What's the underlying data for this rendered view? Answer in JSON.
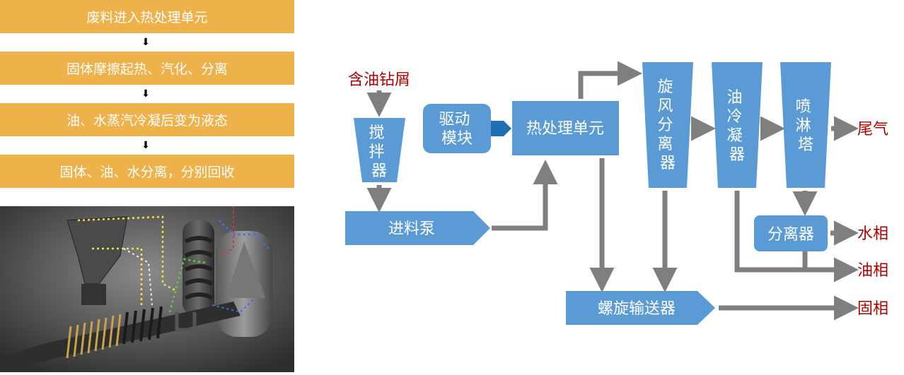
{
  "steps": [
    "废料进入热处理单元",
    "固体摩擦起热、汽化、分离",
    "油、水蒸汽冷凝后变为液态",
    "固体、油、水分离，分别回收"
  ],
  "flow": {
    "input": "含油钻屑",
    "mixer": [
      "搅",
      "拌",
      "器"
    ],
    "feed_pump": "进料泵",
    "drive": [
      "驱动",
      "模块"
    ],
    "thermal_unit": "热处理单元",
    "cyclone": [
      "旋",
      "风",
      "分",
      "离",
      "器"
    ],
    "condenser": [
      "油",
      "冷",
      "凝",
      "器"
    ],
    "scrubber": [
      "喷",
      "淋",
      "塔"
    ],
    "separator": "分离器",
    "conveyor": "螺旋输送器",
    "out_tail_gas": "尾气",
    "out_water": "水相",
    "out_oil": "油相",
    "out_solid": "固相"
  },
  "colors": {
    "step_bg": "#EFB14A",
    "box_blue": "#5B9BD5",
    "arrow_gray": "#7F7F7F",
    "output_red": "#B00000",
    "drive_arrow": "#1F6FB5"
  }
}
